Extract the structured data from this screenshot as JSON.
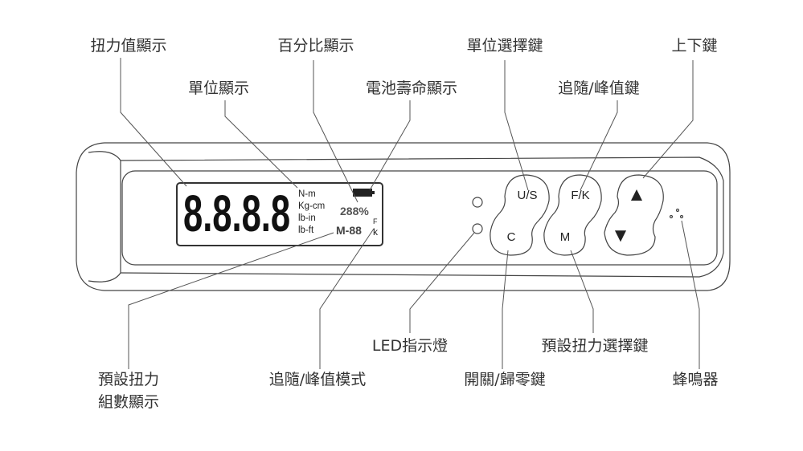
{
  "labels": {
    "torque_display": "扭力值顯示",
    "percent_display": "百分比顯示",
    "unit_select_key": "單位選擇鍵",
    "up_down_key": "上下鍵",
    "unit_display": "單位顯示",
    "battery_display": "電池壽命顯示",
    "track_peak_key": "追隨/峰值鍵",
    "led": "LED指示燈",
    "preset_select_key": "預設扭力選擇鍵",
    "preset_group_line1": "預設扭力",
    "preset_group_line2": "組數顯示",
    "track_peak_mode": "追隨/峰值模式",
    "power_zero_key": "開關/歸零鍵",
    "buzzer": "蜂鳴器"
  },
  "lcd": {
    "digits": "8.8.8.8",
    "units": [
      "N-m",
      "Kg-cm",
      "lb-in",
      "lb-ft"
    ],
    "percent": "288%",
    "memory": "M-88",
    "mode_top": "F",
    "mode_bottom": "k"
  },
  "buttons": {
    "us": "U/S",
    "c": "C",
    "fk": "F/K",
    "m": "M",
    "up": "▲",
    "down": "▼"
  }
}
